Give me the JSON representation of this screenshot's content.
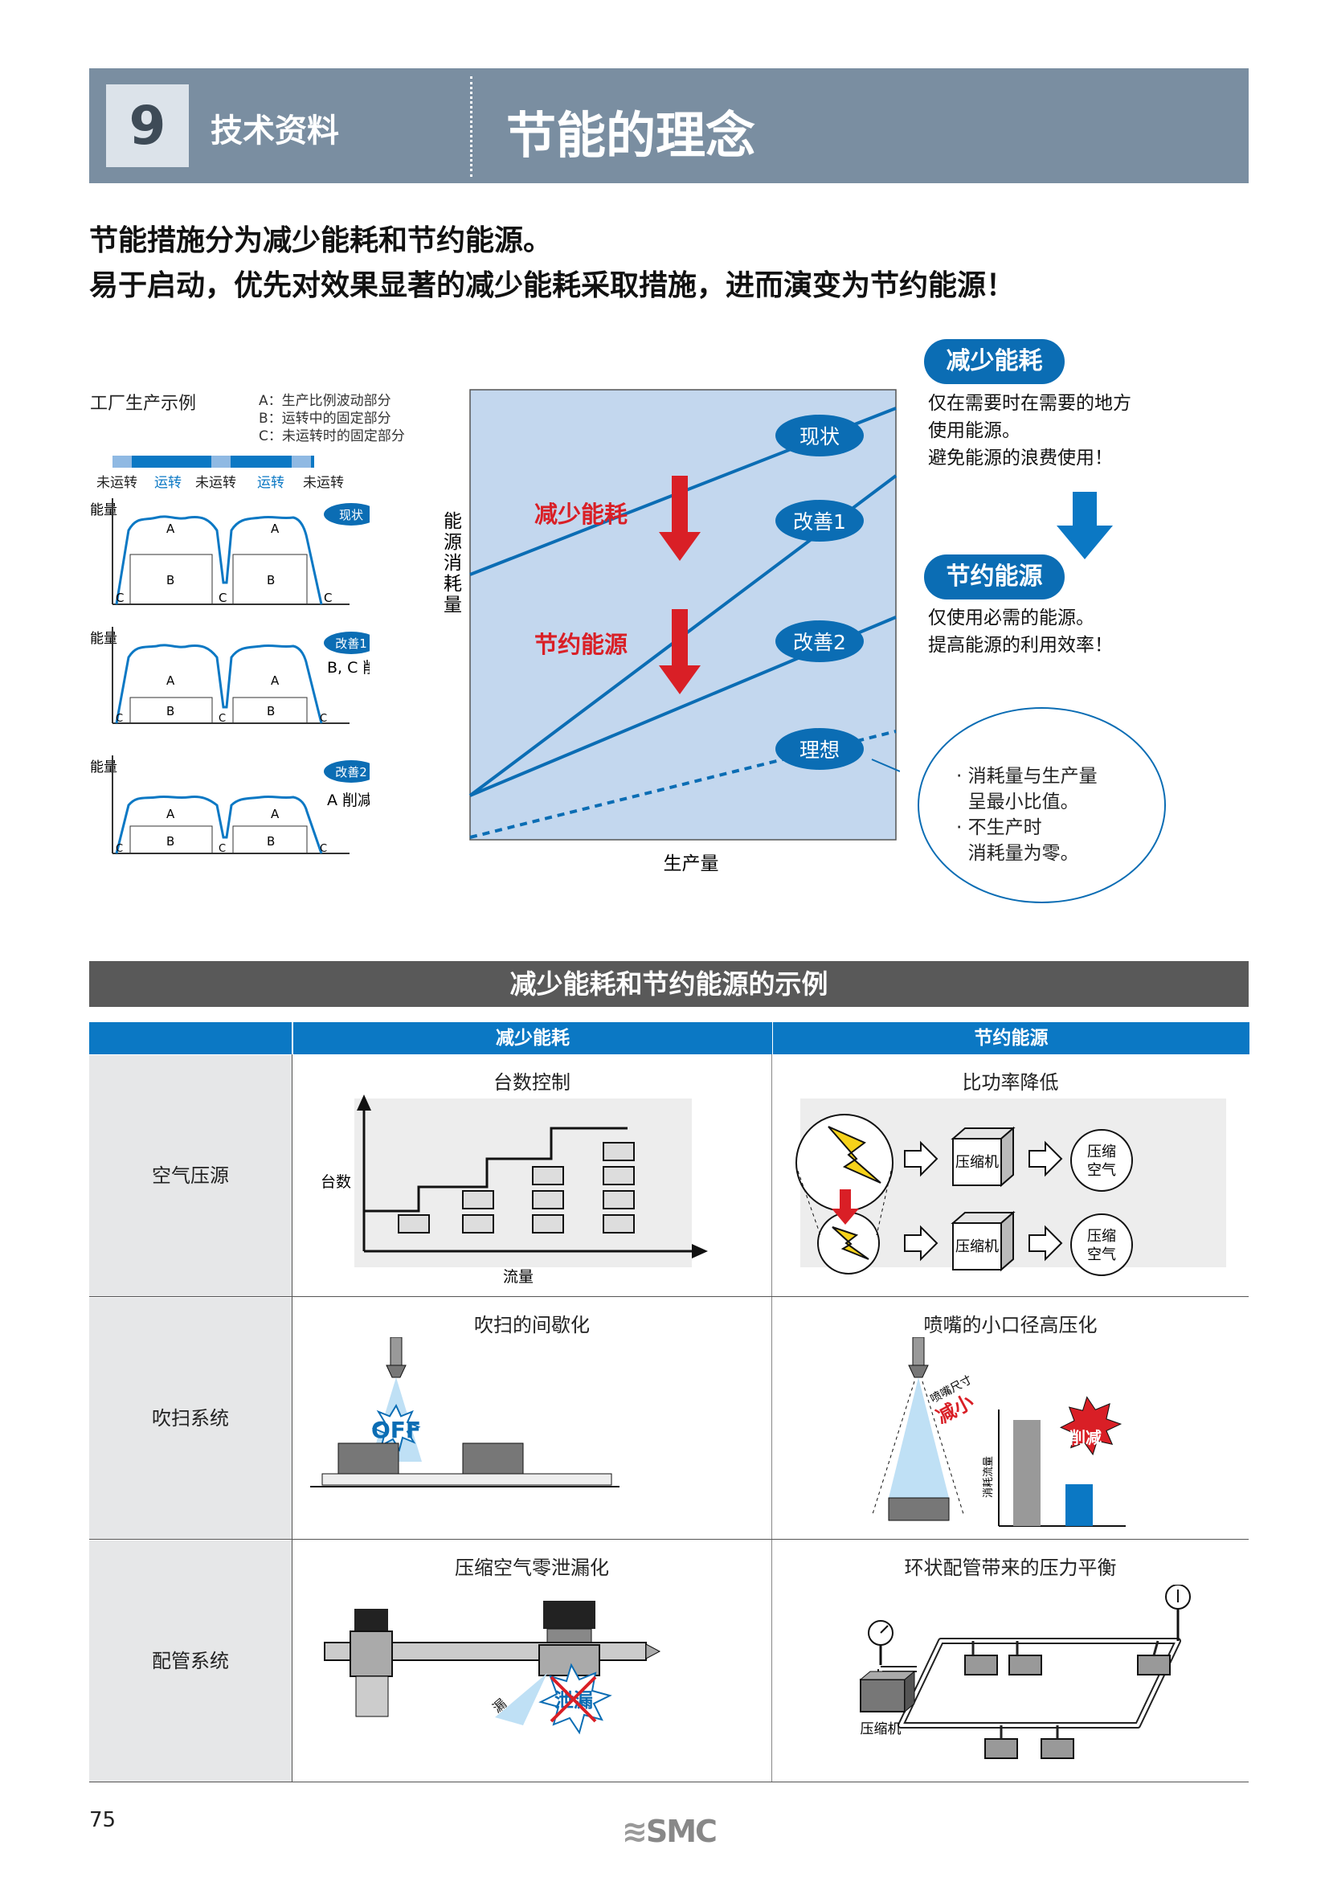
{
  "header": {
    "chapter_number": "9",
    "section": "技术资料",
    "title": "节能的理念"
  },
  "intro": {
    "line1": "节能措施分为减少能耗和节约能源。",
    "line2": "易于启动，优先对效果显著的减少能耗采取措施，进而演变为节约能源！"
  },
  "factory": {
    "title": "工厂生产示例",
    "legend": [
      "A：生产比例波动部分",
      "B：运转中的固定部分",
      "C：未运转时的固定部分"
    ],
    "timeline": [
      "未运转",
      "运转",
      "未运转",
      "运转",
      "未运转"
    ],
    "y_label": "能量",
    "charts": [
      {
        "badge": "现状",
        "note": ""
      },
      {
        "badge": "改善1",
        "note": "B, C 削减"
      },
      {
        "badge": "改善2",
        "note": "A 削减"
      }
    ],
    "labels": {
      "a": "A",
      "b": "B",
      "c": "C"
    }
  },
  "main_chart": {
    "y_label": "能源消耗量",
    "x_label": "生产量",
    "lines": [
      "现状",
      "改善1",
      "改善2",
      "理想"
    ],
    "arrow1": "减少能耗",
    "arrow2": "节约能源"
  },
  "right": {
    "pill1": "减少能耗",
    "text1": [
      "仅在需要时在需要的地方",
      "使用能源。",
      "避免能源的浪费使用！"
    ],
    "pill2": "节约能源",
    "text2": [
      "仅使用必需的能源。",
      "提高能源的利用效率！"
    ],
    "ideal": "· 消耗量与生产量\n  呈最小比值。\n· 不生产时\n  消耗量为零。"
  },
  "table": {
    "title": "减少能耗和节约能源的示例",
    "col1": "减少能耗",
    "col2": "节约能源",
    "rows": [
      {
        "label": "空气压源",
        "c1": "台数控制",
        "c2": "比功率降低"
      },
      {
        "label": "吹扫系统",
        "c1": "吹扫的间歇化",
        "c2": "喷嘴的小口径高压化"
      },
      {
        "label": "配管系统",
        "c1": "压缩空气零泄漏化",
        "c2": "环状配管带来的压力平衡"
      }
    ]
  },
  "illus": {
    "count_label": "台数",
    "flow_label": "流量",
    "compressor": "压缩机",
    "comp_air": [
      "压缩",
      "空气"
    ],
    "off": "OFF",
    "nozzle_size": "喷嘴尺寸",
    "reduce": "减小",
    "consumption": "消耗流量",
    "cut": "削减",
    "leak": "泄漏",
    "leak_small": "漏"
  },
  "footer": {
    "page": "75",
    "logo": "SMC"
  }
}
